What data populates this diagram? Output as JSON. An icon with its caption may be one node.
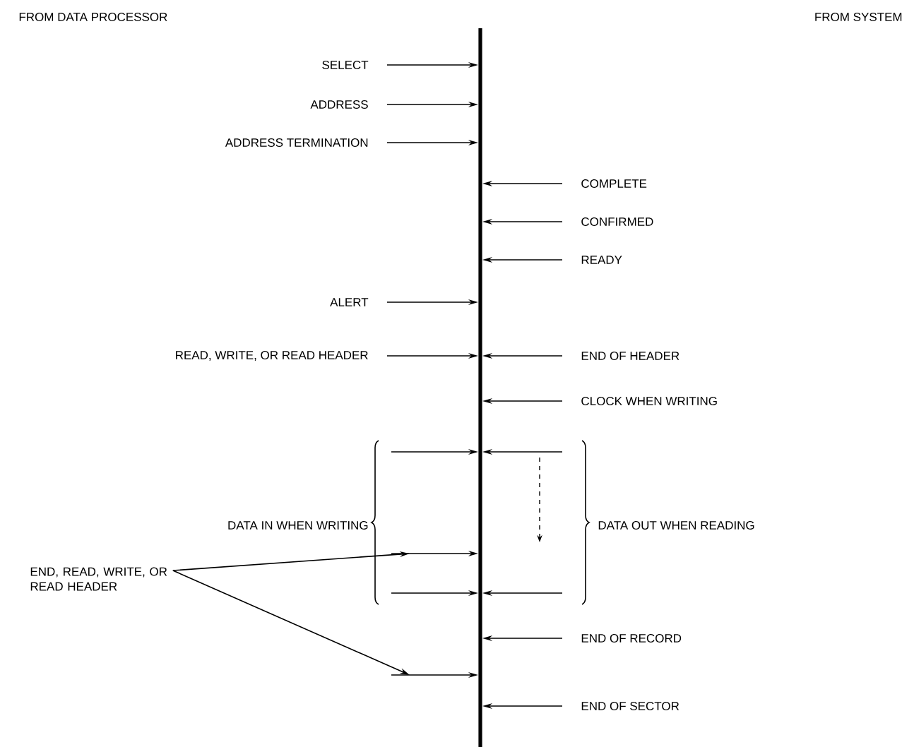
{
  "diagram": {
    "nodes": [
      {
        "text": [],
        "shape": "bar"
      },
      {
        "text": [
          "SELECT"
        ]
      },
      {
        "text": [
          "ADDRESS"
        ]
      },
      {
        "text": [
          "ADDRESS TERMINATION"
        ]
      },
      {
        "text": [
          "COMPLETE"
        ]
      },
      {
        "text": [
          "CONFIRMED"
        ]
      },
      {
        "text": [
          "READY"
        ]
      },
      {
        "text": [
          "ALERT"
        ]
      },
      {
        "text": [
          "READ, WRITE, OR READ HEADER"
        ]
      },
      {
        "text": [
          "END OF HEADER"
        ]
      },
      {
        "text": [
          "CLOCK WHEN WRITING"
        ]
      },
      {
        "text": [
          "DATA IN WHEN WRITING"
        ]
      },
      {
        "text": [
          "DATA OUT WHEN READING"
        ]
      },
      {
        "text": [
          "END, READ, WRITE, OR READ HEADER"
        ]
      },
      {
        "text": [
          "END OF RECORD"
        ]
      },
      {
        "text": [
          "END OF SECTOR"
        ]
      }
    ],
    "edges": [
      {
        "from": 1,
        "to": 0,
        "arrow": "to"
      },
      {
        "from": 2,
        "to": 0,
        "arrow": "to"
      },
      {
        "from": 3,
        "to": 0,
        "arrow": "to"
      },
      {
        "from": 4,
        "to": 0,
        "arrow": "to"
      },
      {
        "from": 5,
        "to": 0,
        "arrow": "to"
      },
      {
        "from": 6,
        "to": 0,
        "arrow": "to"
      },
      {
        "from": 7,
        "to": 0,
        "arrow": "to"
      },
      {
        "from": 8,
        "to": 0,
        "arrow": "to"
      },
      {
        "from": 9,
        "to": 0,
        "arrow": "to"
      },
      {
        "from": 10,
        "to": 0,
        "arrow": "to"
      },
      {
        "from": null,
        "to": 0,
        "arrow": "to"
      },
      {
        "from": null,
        "to": 0,
        "arrow": "to"
      },
      {
        "from": null,
        "to": 0,
        "arrow": "to"
      },
      {
        "from": null,
        "to": 0,
        "arrow": "to"
      },
      {
        "from": null,
        "to": 0,
        "arrow": "to"
      },
      {
        "from": 14,
        "to": 0,
        "arrow": "to"
      },
      {
        "from": null,
        "to": 0,
        "arrow": "to"
      },
      {
        "from": 15,
        "to": 0,
        "arrow": "to"
      },
      {
        "from": 13,
        "to": null,
        "arrow": "to"
      },
      {
        "from": 13,
        "to": null,
        "arrow": "to"
      }
    ],
    "labels": [
      "FROM DATA PROCESSOR",
      "FROM SYSTEM"
    ]
  }
}
